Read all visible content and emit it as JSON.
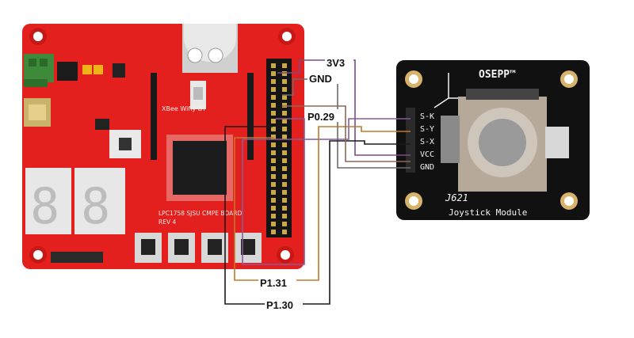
{
  "colors": {
    "board_red": "#e3201d",
    "board_dark_red": "#b81412",
    "module_black": "#111111",
    "wire_purple": "#7a4a8a",
    "wire_black": "#1a1a1a",
    "wire_brown": "#8a6a55",
    "wire_orange": "#c07a2a",
    "wire_gray": "#6a6a6a"
  },
  "wire_labels": {
    "v33": "3V3",
    "gnd": "GND",
    "p029": "P0.29",
    "p131": "P1.31",
    "p130": "P1.30"
  },
  "board": {
    "name": "LPC1758 SJSU CMPE BOARD",
    "rev": "REV 4",
    "xbee": "XBee Wifly BT"
  },
  "module": {
    "brand": "OSEPP™",
    "part": "J621",
    "title": "Joystick Module",
    "pins": [
      "S-K",
      "S-Y",
      "S-X",
      "VCC",
      "GND"
    ]
  }
}
